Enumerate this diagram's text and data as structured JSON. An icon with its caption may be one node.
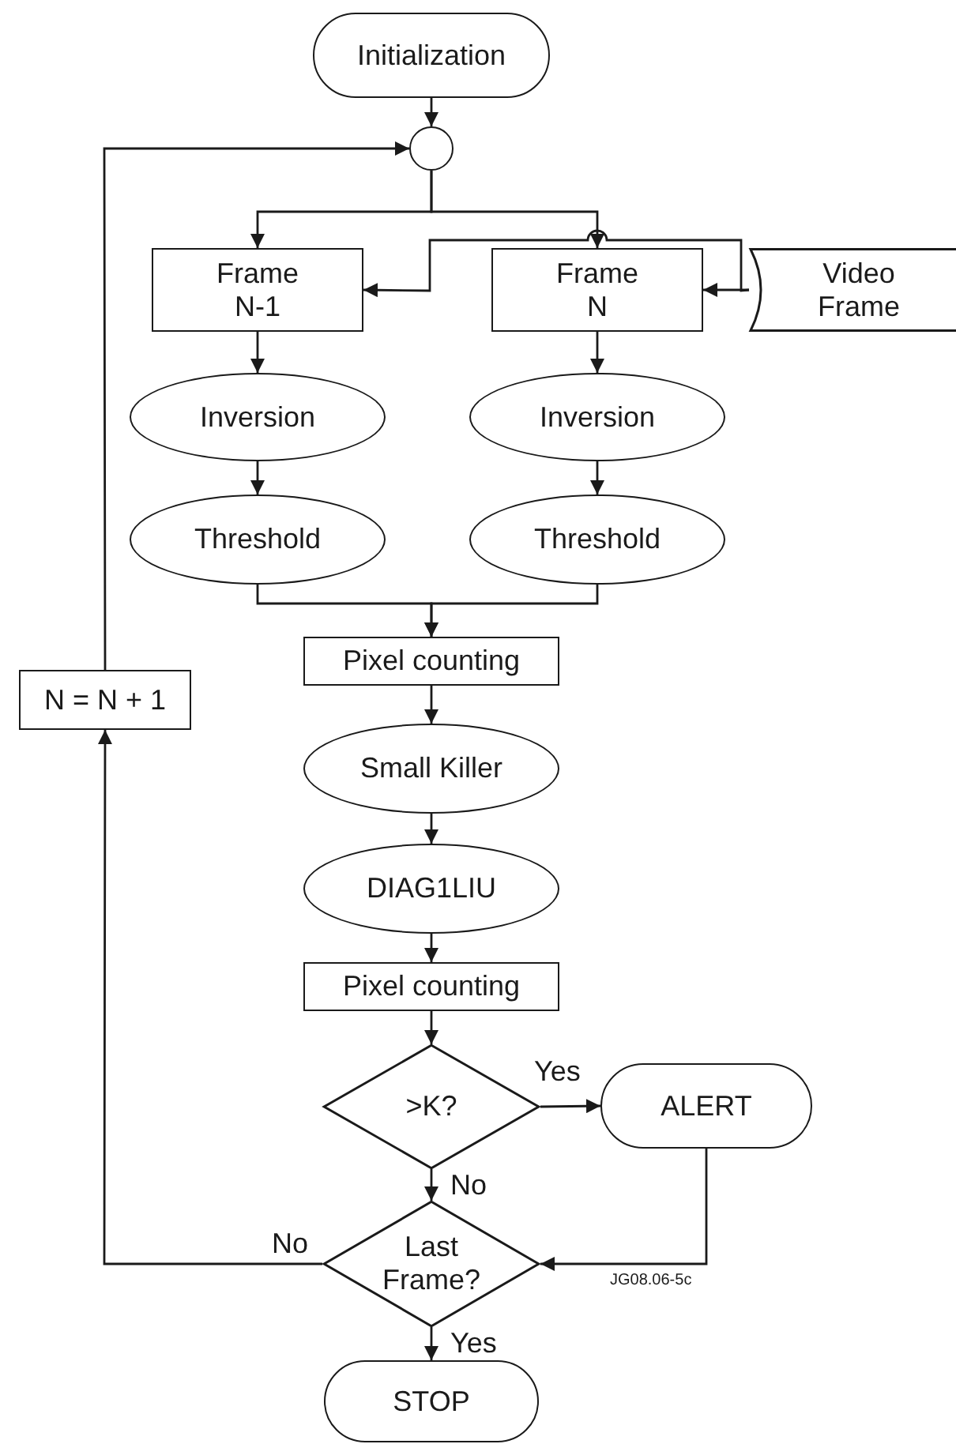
{
  "diagram": {
    "nodes": [
      {
        "text": [
          "Initialization"
        ]
      },
      {
        "text": [],
        "shape": "circle"
      },
      {
        "text": [
          "Frame N-1"
        ]
      },
      {
        "text": [
          "Frame N"
        ]
      },
      {
        "text": [
          "Video Frame"
        ]
      },
      {
        "text": [
          "Inversion"
        ]
      },
      {
        "text": [
          "Inversion"
        ]
      },
      {
        "text": [
          "Threshold"
        ]
      },
      {
        "text": [
          "Threshold"
        ]
      },
      {
        "text": [
          "Pixel counting"
        ]
      },
      {
        "text": [
          "N = N + 1"
        ]
      },
      {
        "text": [
          "Small Killer"
        ]
      },
      {
        "text": [
          "DIAG1LIU"
        ]
      },
      {
        "text": [
          "Pixel counting"
        ]
      },
      {
        "text": [
          ">K?"
        ]
      },
      {
        "text": [
          "ALERT"
        ]
      },
      {
        "text": [
          "Last Frame?"
        ]
      },
      {
        "text": [
          "STOP"
        ]
      }
    ],
    "edges": [
      {
        "from": 0,
        "to": 1,
        "arrow": "to"
      },
      {
        "from": 1,
        "to": 2,
        "arrow": "to"
      },
      {
        "from": 1,
        "to": 3,
        "arrow": "to"
      },
      {
        "from": 4,
        "to": 3,
        "arrow": "to"
      },
      {
        "from": 4,
        "to": 2,
        "arrow": "to"
      },
      {
        "from": 2,
        "to": 5,
        "arrow": "to"
      },
      {
        "from": 3,
        "to": 6,
        "arrow": "to"
      },
      {
        "from": 5,
        "to": 7,
        "arrow": "to"
      },
      {
        "from": 6,
        "to": 8,
        "arrow": "to"
      },
      {
        "from": 7,
        "to": 9,
        "arrow": "to"
      },
      {
        "from": 8,
        "to": 9,
        "arrow": "to"
      },
      {
        "from": 9,
        "to": 11,
        "arrow": "to"
      },
      {
        "from": 11,
        "to": 12,
        "arrow": "to"
      },
      {
        "from": 12,
        "to": 13,
        "arrow": "to"
      },
      {
        "from": 13,
        "to": 14,
        "arrow": "to"
      },
      {
        "from": 14,
        "to": 15,
        "arrow": "to",
        "label": "Yes"
      },
      {
        "from": 14,
        "to": 16,
        "arrow": "to",
        "label": "No"
      },
      {
        "from": 15,
        "to": 16,
        "arrow": "to"
      },
      {
        "from": 16,
        "to": 17,
        "arrow": "to",
        "label": "Yes"
      },
      {
        "from": 16,
        "to": 10,
        "arrow": "to",
        "label": "No"
      },
      {
        "from": 10,
        "to": 1,
        "arrow": "to"
      }
    ],
    "labels": [
      "JG08.06-5c"
    ]
  }
}
